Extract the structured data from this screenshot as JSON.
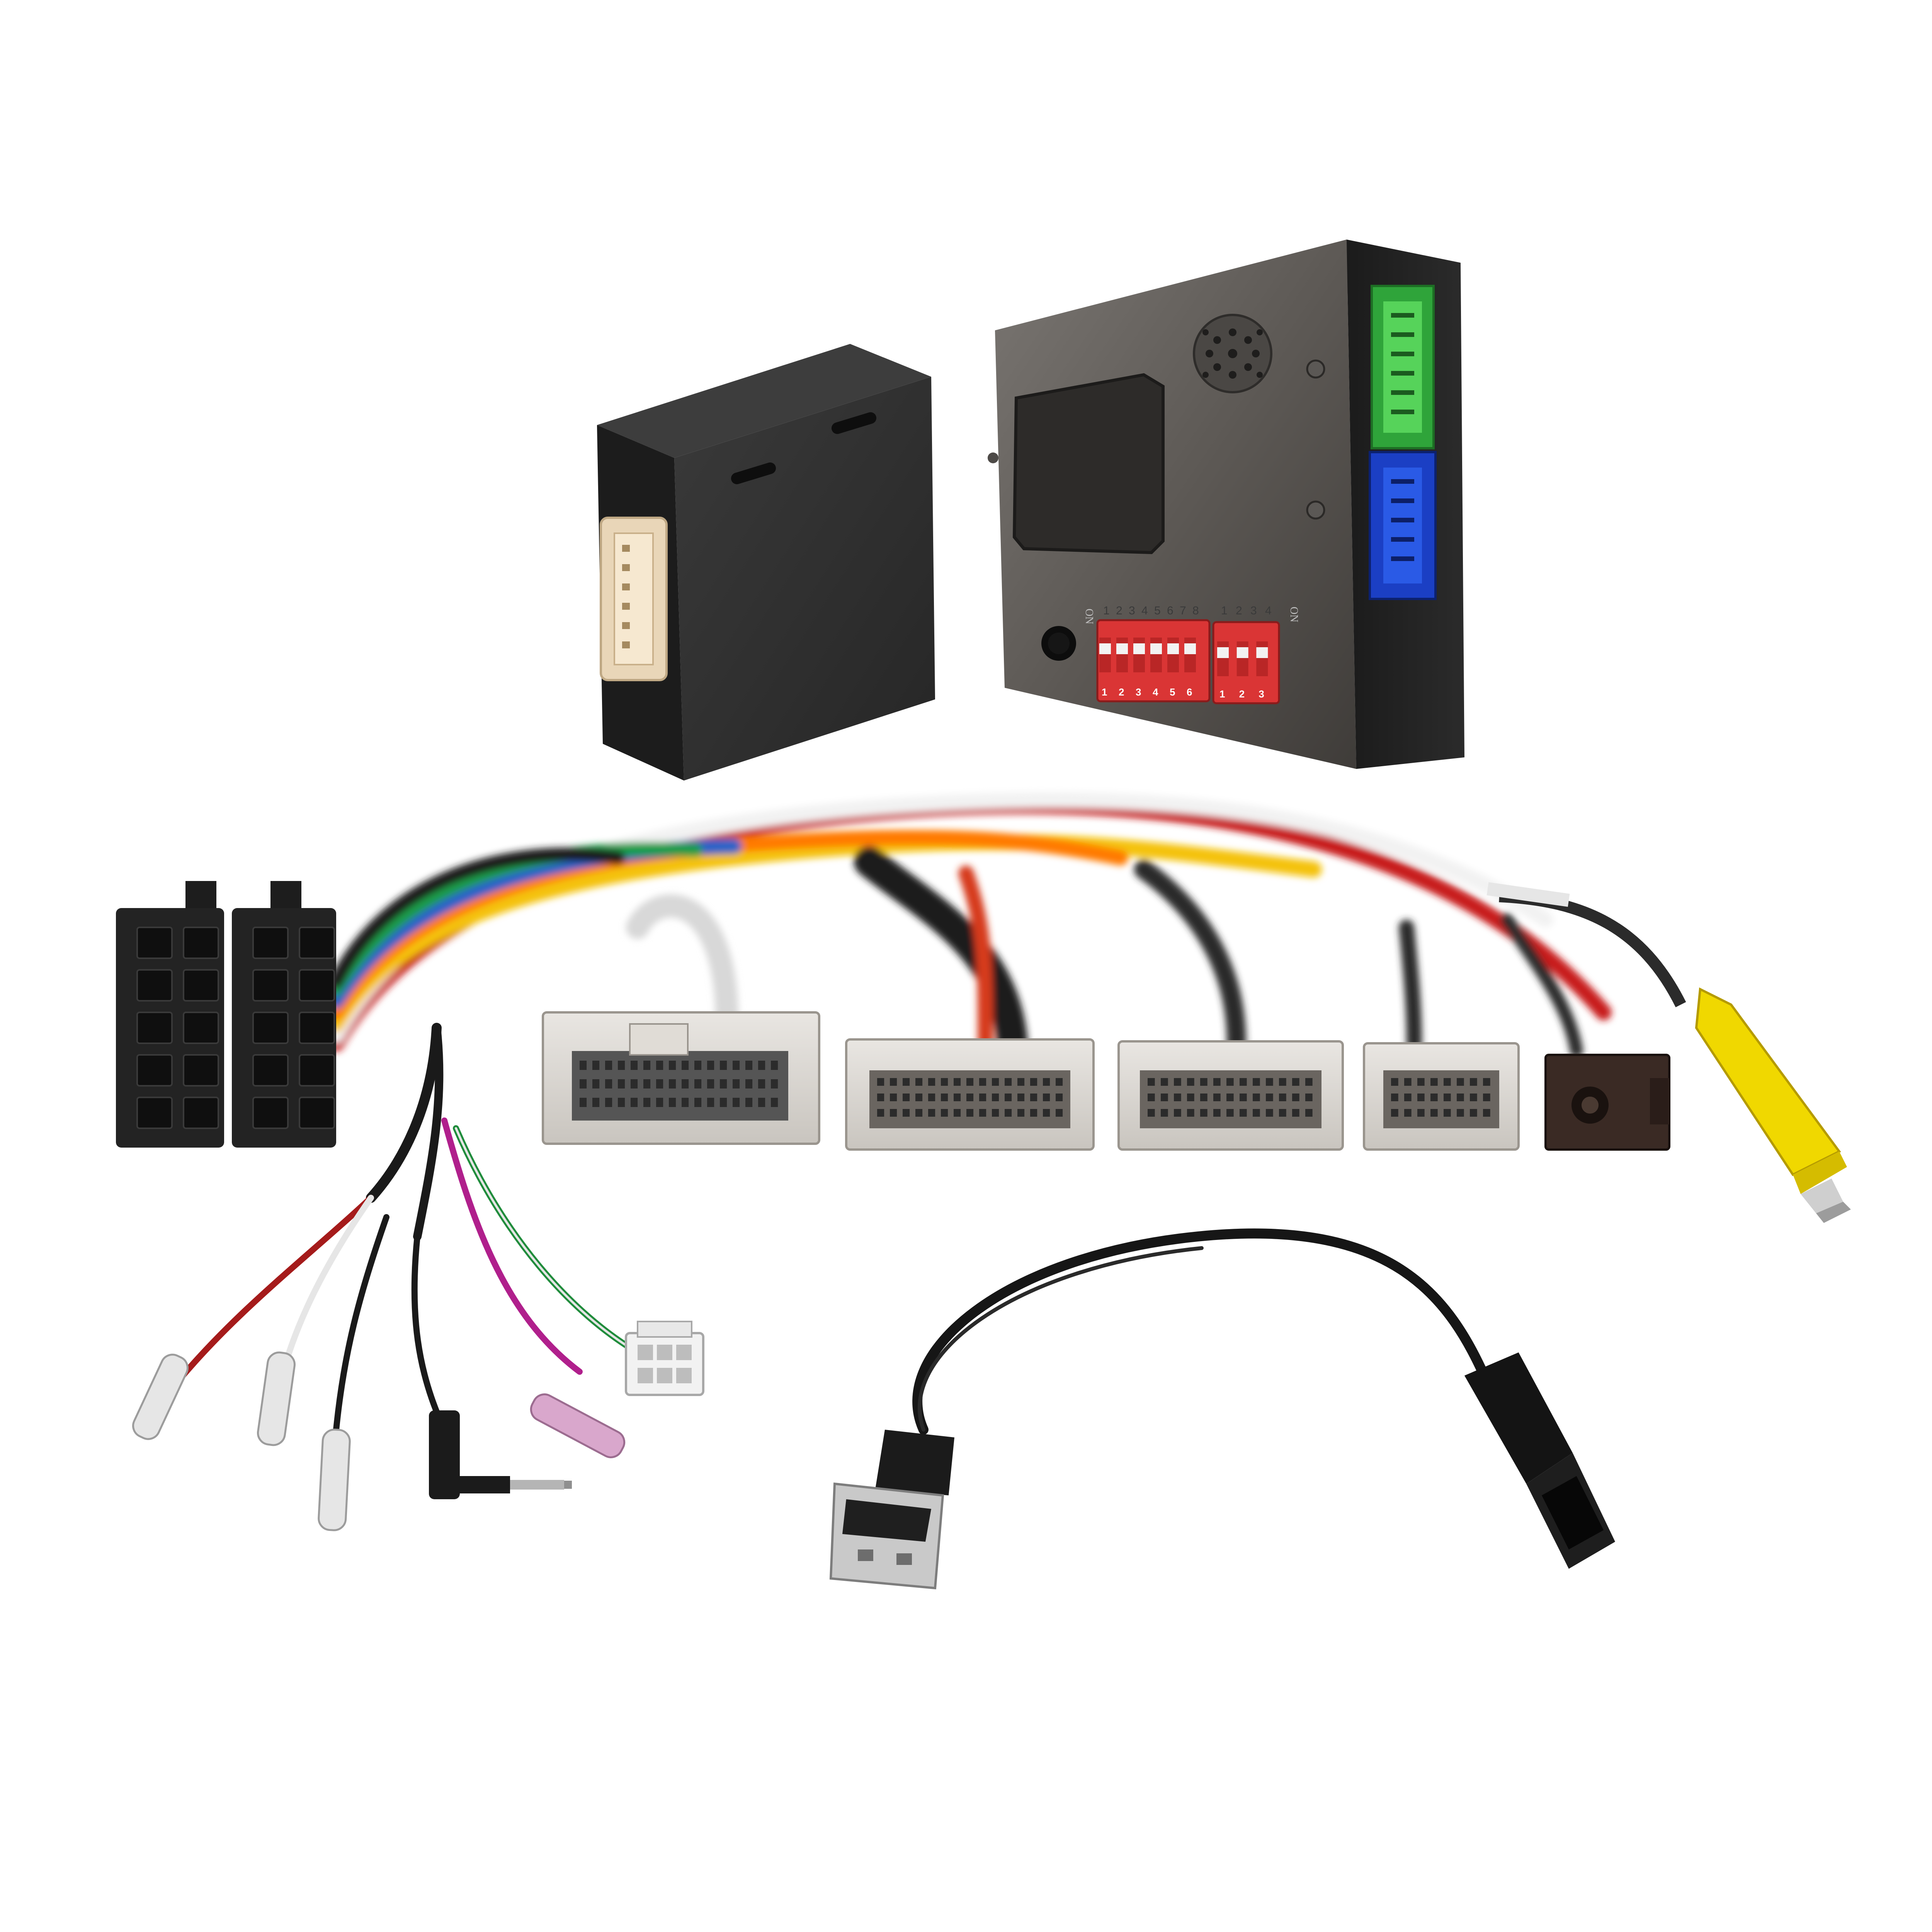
{
  "decoder_box": {
    "switch_bank_1": {
      "top_numbers": [
        "1",
        "2",
        "3",
        "4",
        "5",
        "6",
        "7",
        "8"
      ],
      "bottom_numbers": [
        "1",
        "2",
        "3",
        "4",
        "5",
        "6"
      ],
      "on_label": "ON"
    },
    "switch_bank_2": {
      "top_numbers": [
        "1",
        "2",
        "3",
        "4"
      ],
      "bottom_numbers": [
        "1",
        "2",
        "3"
      ],
      "on_label": "ON"
    },
    "side_connector_colors": [
      "#4cc34a",
      "#1f4fd6"
    ],
    "switch_color": "#e23b3b"
  },
  "small_module": {
    "connector_color": "#f1dfc3"
  },
  "harness": {
    "wire_colors": [
      "#1a1a1a",
      "#c81e1e",
      "#ff7a00",
      "#f4c20d",
      "#2a63c7",
      "#1e9c4a",
      "#ffffff",
      "#8a8a8a"
    ],
    "rca_plug_color": "#f0d800"
  },
  "icons": [
    "speaker-grille-icon",
    "screw-icon",
    "usb-plug-icon"
  ]
}
